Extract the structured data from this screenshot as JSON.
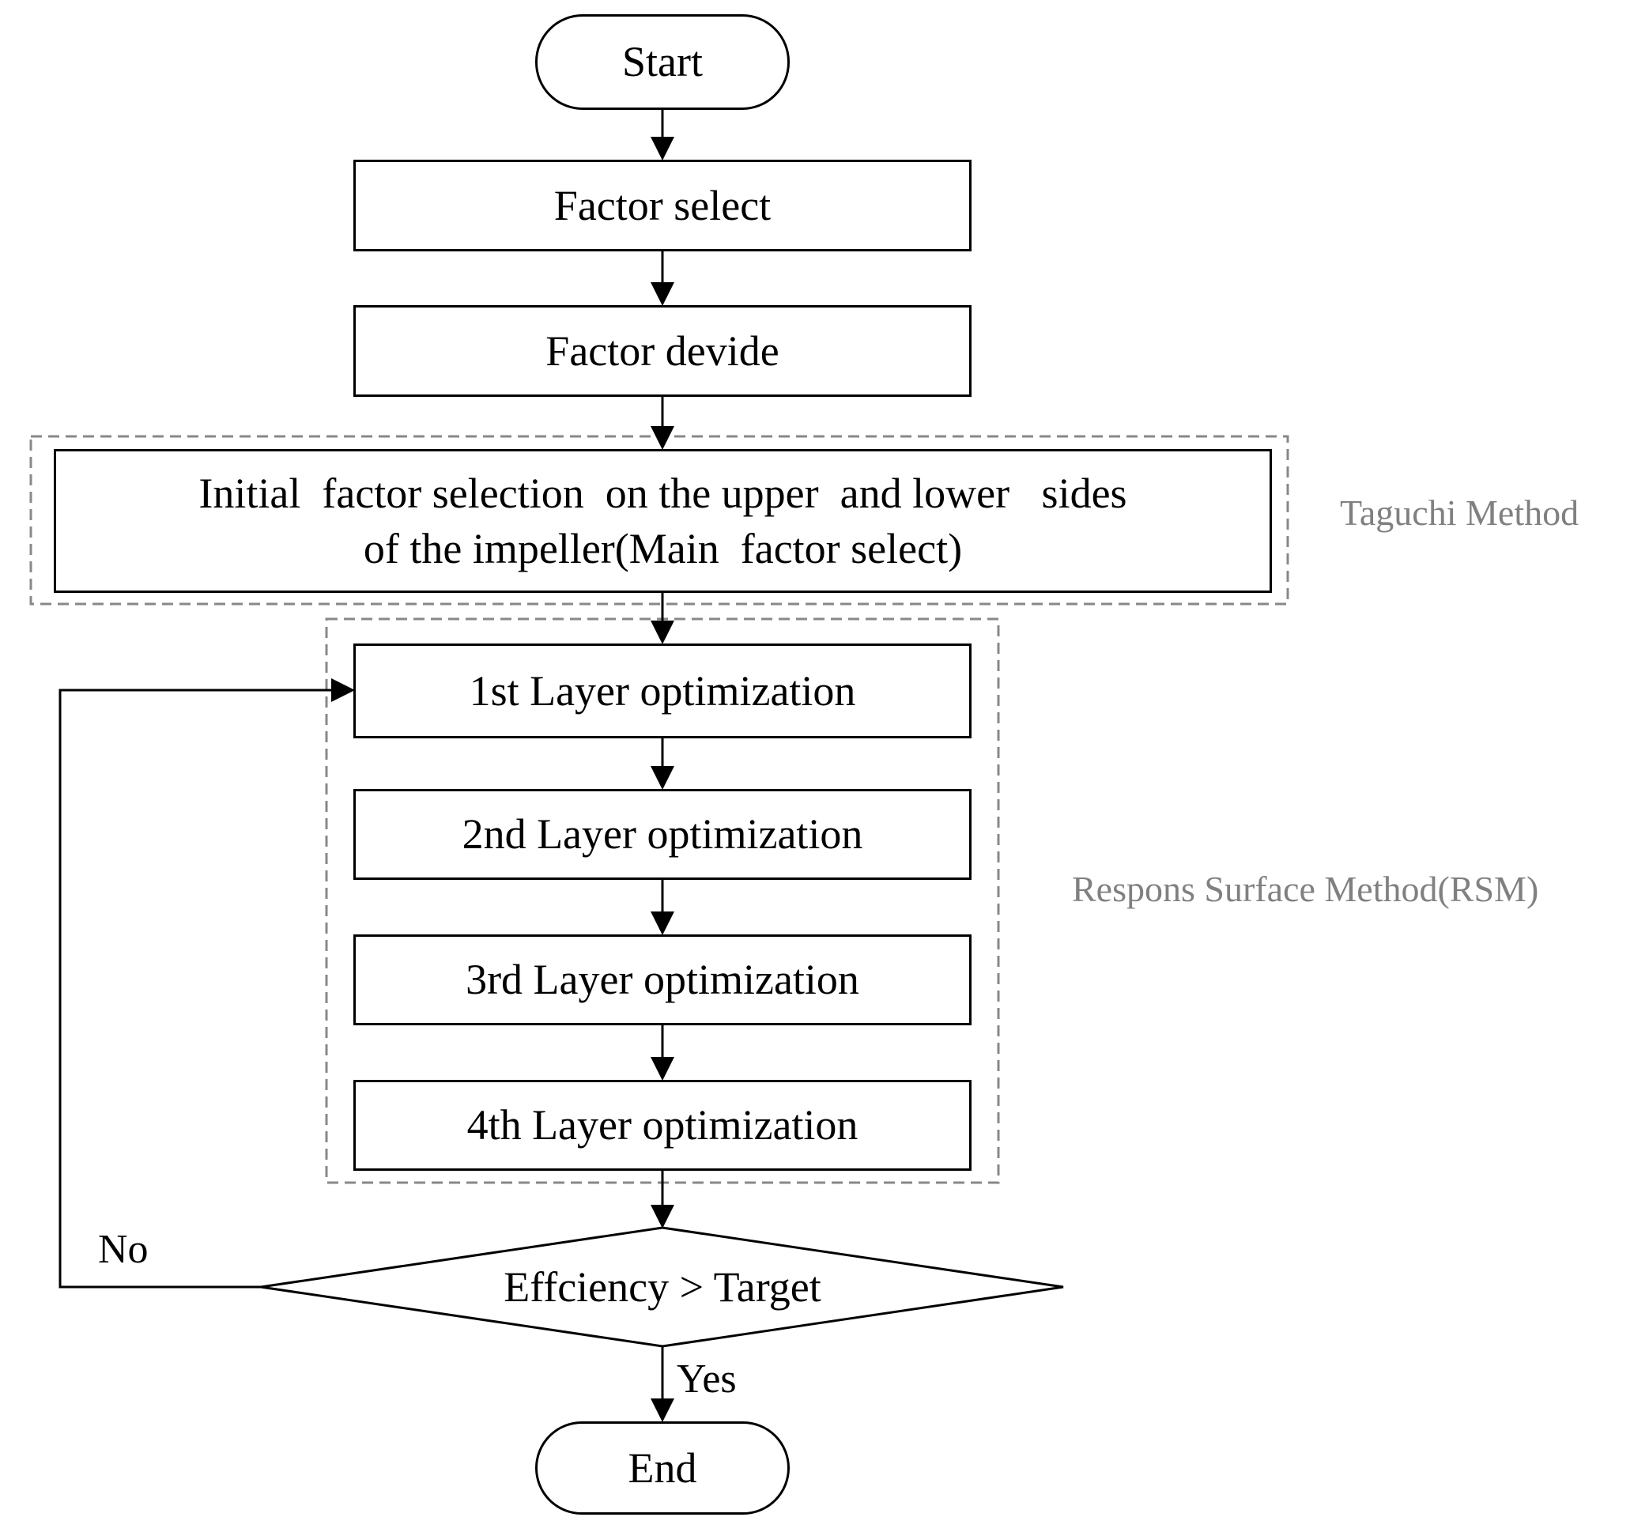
{
  "colors": {
    "stroke": "#000000",
    "group_border": "#888888",
    "group_label": "#808080"
  },
  "nodes": {
    "start": "Start",
    "factor_select": "Factor select",
    "factor_devide": "Factor devide",
    "initial_line1": "Initial  factor selection  on the upper  and lower   sides",
    "initial_line2": "of the impeller(Main  factor select)",
    "layer1": "1st Layer optimization",
    "layer2": "2nd Layer optimization",
    "layer3": "3rd Layer optimization",
    "layer4": "4th Layer optimization",
    "decision": "Effciency > Target",
    "end": "End"
  },
  "groups": {
    "taguchi": "Taguchi Method",
    "rsm": "Respons Surface Method(RSM)"
  },
  "edge_labels": {
    "no": "No",
    "yes": "Yes"
  }
}
